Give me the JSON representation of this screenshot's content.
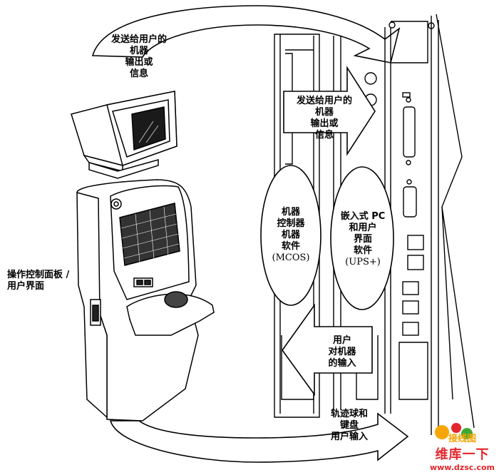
{
  "labels": {
    "send_top": [
      "发送给用户的",
      "机器",
      "输出或",
      "信息"
    ],
    "send_mid": [
      "发送给用户的",
      "机器",
      "输出或",
      "信息"
    ],
    "mcos": [
      "机器",
      "控制器",
      "机器",
      "软件",
      "(MCOS)"
    ],
    "ups": [
      "嵌入式 PC",
      "和用户",
      "界面",
      "软件",
      "(UPS+)"
    ],
    "operator_panel": [
      "操作控制面板 /",
      "用户界面"
    ],
    "user_input": [
      "用户",
      "对机器",
      "的输入"
    ],
    "trackball": [
      "轨迹球和",
      "键盘",
      "用户输入"
    ]
  },
  "watermark": {
    "tag": "接线图",
    "name": "维库一下",
    "url": "www.dzsc.com"
  }
}
